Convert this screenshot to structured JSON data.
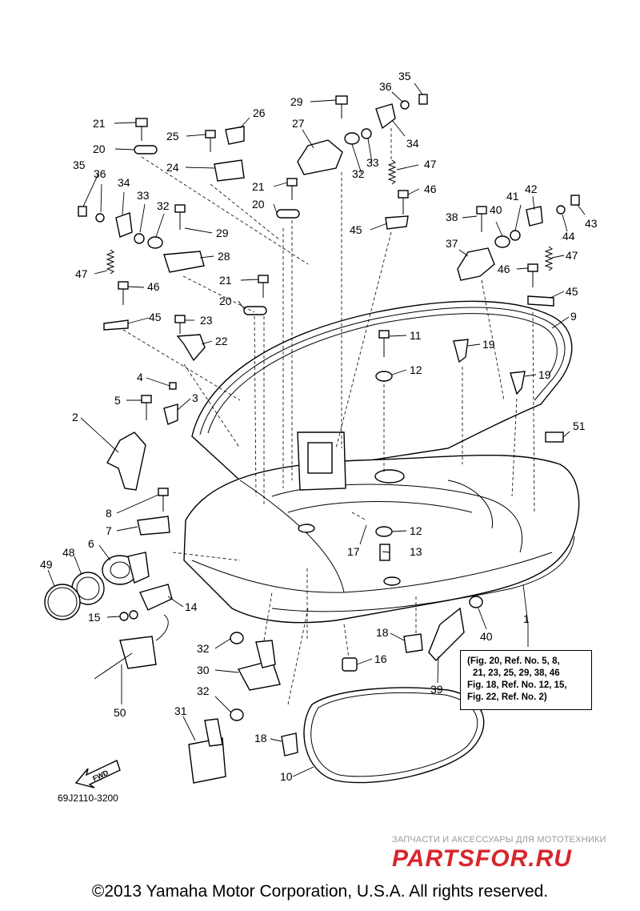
{
  "labels": [
    {
      "text": "1"
    },
    {
      "text": "2"
    },
    {
      "text": "3"
    },
    {
      "text": "4"
    },
    {
      "text": "5"
    },
    {
      "text": "6"
    },
    {
      "text": "7"
    },
    {
      "text": "8"
    },
    {
      "text": "9"
    },
    {
      "text": "10"
    },
    {
      "text": "11"
    },
    {
      "text": "12"
    },
    {
      "text": "12"
    },
    {
      "text": "13"
    },
    {
      "text": "14"
    },
    {
      "text": "15"
    },
    {
      "text": "16"
    },
    {
      "text": "17"
    },
    {
      "text": "18"
    },
    {
      "text": "18"
    },
    {
      "text": "19"
    },
    {
      "text": "19"
    },
    {
      "text": "20"
    },
    {
      "text": "20"
    },
    {
      "text": "20"
    },
    {
      "text": "21"
    },
    {
      "text": "21"
    },
    {
      "text": "21"
    },
    {
      "text": "22"
    },
    {
      "text": "23"
    },
    {
      "text": "24"
    },
    {
      "text": "25"
    },
    {
      "text": "26"
    },
    {
      "text": "27"
    },
    {
      "text": "28"
    },
    {
      "text": "29"
    },
    {
      "text": "29"
    },
    {
      "text": "30"
    },
    {
      "text": "31"
    },
    {
      "text": "32"
    },
    {
      "text": "32"
    },
    {
      "text": "32"
    },
    {
      "text": "32"
    },
    {
      "text": "33"
    },
    {
      "text": "33"
    },
    {
      "text": "34"
    },
    {
      "text": "34"
    },
    {
      "text": "35"
    },
    {
      "text": "35"
    },
    {
      "text": "36"
    },
    {
      "text": "36"
    },
    {
      "text": "37"
    },
    {
      "text": "38"
    },
    {
      "text": "39"
    },
    {
      "text": "40"
    },
    {
      "text": "40"
    },
    {
      "text": "41"
    },
    {
      "text": "42"
    },
    {
      "text": "43"
    },
    {
      "text": "44"
    },
    {
      "text": "45"
    },
    {
      "text": "45"
    },
    {
      "text": "45"
    },
    {
      "text": "46"
    },
    {
      "text": "46"
    },
    {
      "text": "46"
    },
    {
      "text": "47"
    },
    {
      "text": "47"
    },
    {
      "text": "47"
    },
    {
      "text": "48"
    },
    {
      "text": "49"
    },
    {
      "text": "50"
    },
    {
      "text": "51"
    }
  ],
  "note_lines": [
    "(Fig. 20, Ref. No. 5, 8,",
    "21, 23, 25, 29, 38, 46",
    "Fig. 18, Ref. No. 12, 15,",
    "Fig. 22, Ref. No. 2)"
  ],
  "fwd_label": "FWD",
  "diagram_code": "69J2110-3200",
  "watermark_text": "ЗАПЧАСТИ И АКСЕССУАРЫ ДЛЯ МОТОТЕХНИКИ",
  "watermark_logo": "PARTSFOR.RU",
  "copyright": "©2013 Yamaha Motor Corporation, U.S.A. All rights reserved.",
  "colors": {
    "line": "#000000",
    "watermark_red": "#d7262d",
    "watermark_grey": "#9a9a9a"
  }
}
